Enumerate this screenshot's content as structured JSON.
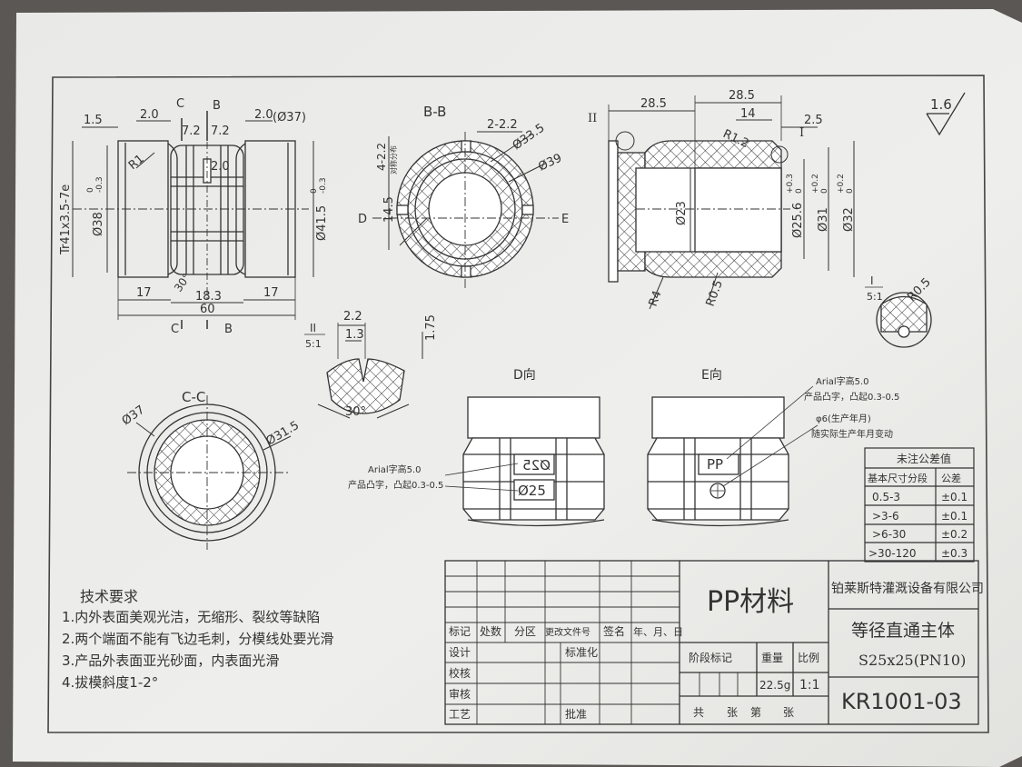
{
  "views": {
    "main": {
      "dims": [
        "1.5",
        "2.0",
        "7.2",
        "7.2",
        "2.0",
        "(Ø37)",
        "2.0",
        "R1",
        "Tr41x3.5-7e",
        "Ø38",
        "0",
        "-0.3",
        "Ø41.5",
        "0",
        "-0.3",
        "17",
        "18.3",
        "17",
        "60",
        "30°"
      ],
      "sections": [
        "C",
        "B",
        "C",
        "B"
      ]
    },
    "bb": {
      "title": "B-B",
      "dims": [
        "2-2.2",
        "Ø33.5",
        "Ø39",
        "4-2.2",
        "对称分布",
        "14.5",
        "D",
        "E"
      ]
    },
    "section": {
      "dims": [
        "28.5",
        "28.5",
        "14",
        "2.5",
        "R1.2",
        "II",
        "I",
        "Ø23",
        "Ø25.6",
        "+0.3",
        "0",
        "Ø31",
        "+0.2",
        "0",
        "Ø32",
        "+0.2",
        "0",
        "R4",
        "R0.5"
      ]
    },
    "detailII": {
      "label": "II",
      "scale": "5:1",
      "dims": [
        "2.2",
        "1.3",
        "1.75",
        "30°"
      ]
    },
    "detailI": {
      "label": "I",
      "scale": "5:1",
      "dims": [
        "R0.5"
      ]
    },
    "surface": "1.6",
    "cc": {
      "title": "C-C",
      "dims": [
        "Ø37",
        "Ø31.5"
      ]
    },
    "dview": {
      "title": "D向",
      "mark1": "Ø25",
      "mark2": "Ø25",
      "note1": "Arial字高5.0",
      "note2": "产品凸字，凸起0.3-0.5"
    },
    "eview": {
      "title": "E向",
      "mark": "PP",
      "note1": "Arial字高5.0",
      "note2": "产品凸字，凸起0.3-0.5",
      "note3": "φ6(生产年月)",
      "note4": "随实际生产年月变动"
    }
  },
  "tolerance_table": {
    "title": "未注公差值",
    "headers": [
      "基本尺寸分段",
      "公差"
    ],
    "rows": [
      [
        "0.5-3",
        "±0.1"
      ],
      [
        ">3-6",
        "±0.1"
      ],
      [
        ">6-30",
        "±0.2"
      ],
      [
        ">30-120",
        "±0.3"
      ]
    ]
  },
  "tech_req": {
    "title": "技术要求",
    "items": [
      "1.内外表面美观光洁，无缩形、裂纹等缺陷",
      "2.两个端面不能有飞边毛刺，分模线处要光滑",
      "3.产品外表面亚光砂面，内表面光滑",
      "4.拔模斜度1-2°"
    ]
  },
  "title_block": {
    "material": "PP材料",
    "company": "铂莱斯特灌溉设备有限公司",
    "part_name": "等径直通主体",
    "spec": "S25x25(PN10)",
    "drawing_no": "KR1001-03",
    "rev_headers": [
      "标记",
      "处数",
      "分区",
      "更改文件号",
      "签名",
      "年、月、日"
    ],
    "sign_rows": [
      "设计",
      "校核",
      "审核",
      "工艺"
    ],
    "standardize": "标准化",
    "approve": "批准",
    "stage_mark": "阶段标记",
    "weight_label": "重量",
    "scale_label": "比例",
    "weight": "22.5g",
    "scale": "1:1",
    "sheets": [
      "共",
      "张",
      "第",
      "张"
    ]
  }
}
